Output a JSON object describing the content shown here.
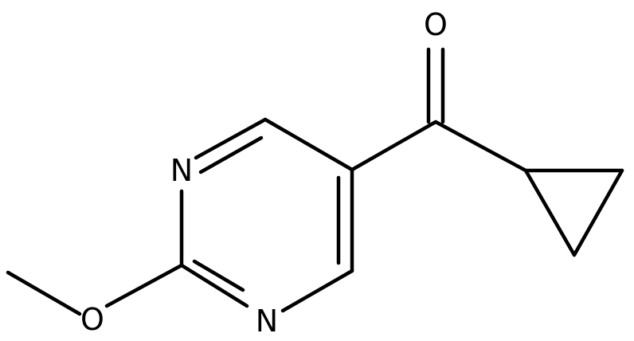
{
  "molecule": {
    "atoms": {
      "n1": "N",
      "n2": "N",
      "o_methoxy": "O",
      "o_carbonyl": "O"
    }
  },
  "colors": {
    "bond": "#000000",
    "label": "#000000",
    "background": "#ffffff"
  }
}
